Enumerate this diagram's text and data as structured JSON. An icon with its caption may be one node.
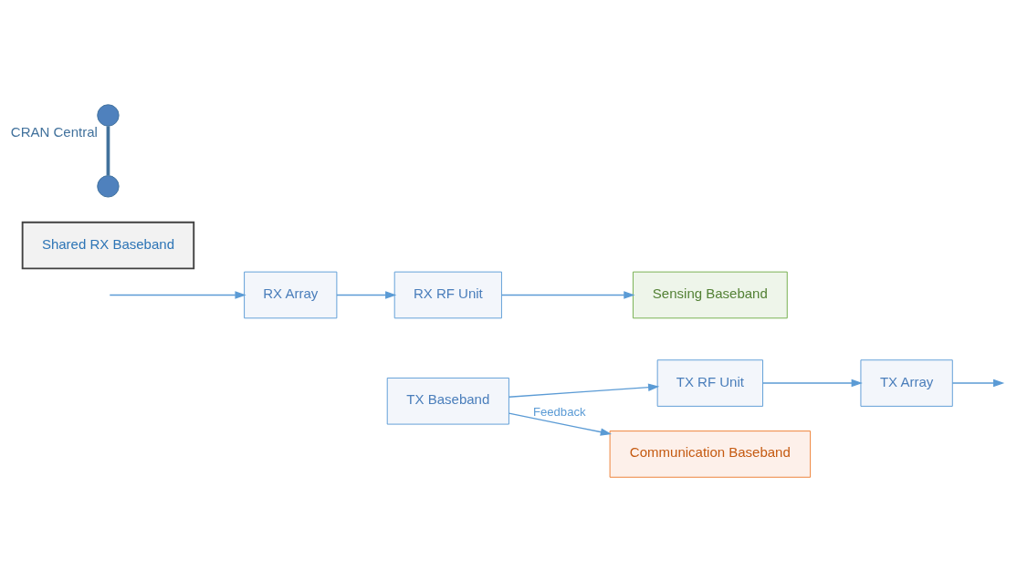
{
  "diagram": {
    "nodes": [
      {
        "text": [
          "TX Array"
        ]
      },
      {
        "text": [
          "TX RF Unit"
        ]
      },
      {
        "text": [
          "TX Baseband"
        ]
      },
      {
        "text": [
          "RX Array"
        ]
      },
      {
        "text": [
          "RX RF Unit"
        ]
      },
      {
        "text": [
          "Communication Baseband"
        ]
      },
      {
        "text": [
          "Sensing Baseband"
        ]
      },
      {
        "text": [
          "Shared RX Baseband"
        ]
      },
      {
        "text": [],
        "shape": "circle",
        "beside": [
          "CRAN Central"
        ]
      },
      {
        "text": [],
        "shape": "circle"
      }
    ],
    "edges": [
      {
        "from": 2,
        "to": 1,
        "arrow": "to"
      },
      {
        "from": 1,
        "to": 0,
        "arrow": "to"
      },
      {
        "from": 0,
        "to": null,
        "arrow": "to"
      },
      {
        "from": null,
        "to": 3,
        "arrow": "to"
      },
      {
        "from": 3,
        "to": 4,
        "arrow": "to"
      },
      {
        "from": 4,
        "to": 6,
        "arrow": "to"
      },
      {
        "from": 2,
        "to": 5,
        "arrow": "to",
        "label": "Feedback"
      },
      {
        "from": 8,
        "to": 9,
        "arrow": "none",
        "style": "thick",
        "color": "#41719c"
      }
    ]
  }
}
